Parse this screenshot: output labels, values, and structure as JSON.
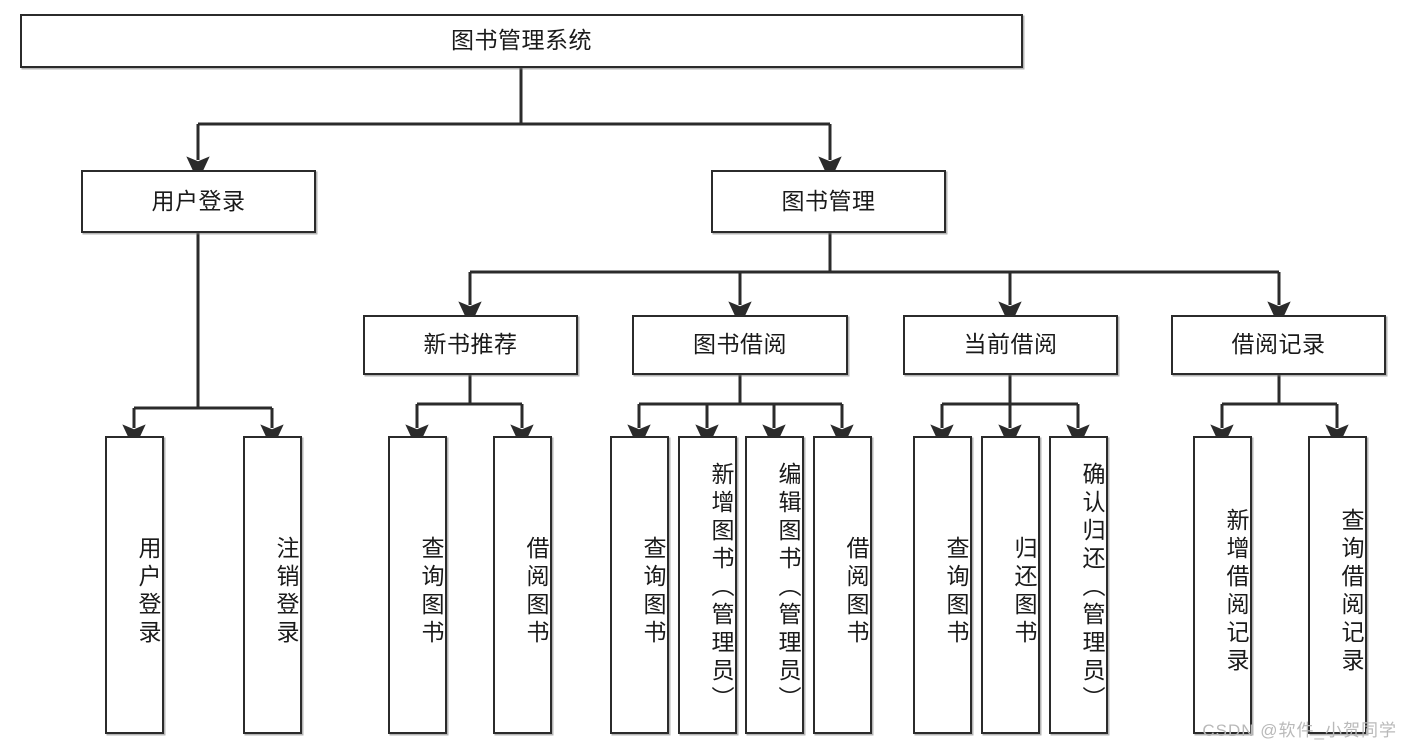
{
  "diagram": {
    "title": "图书管理系统",
    "type": "tree",
    "watermark": "CSDN @软件_小贺同学",
    "colors": {
      "box_border": "#2b2b2b",
      "box_fill": "#ffffff",
      "edge": "#2b2b2b",
      "watermark": "#b9b9b9"
    },
    "root": {
      "label": "图书管理系统"
    },
    "level2": [
      {
        "label": "用户登录"
      },
      {
        "label": "图书管理"
      }
    ],
    "level3": [
      {
        "label": "新书推荐"
      },
      {
        "label": "图书借阅"
      },
      {
        "label": "当前借阅"
      },
      {
        "label": "借阅记录"
      }
    ],
    "leaves": {
      "user_login": [
        {
          "label": "用户登录"
        },
        {
          "label": "注销登录"
        }
      ],
      "new_book_recommend": [
        {
          "label": "查询图书"
        },
        {
          "label": "借阅图书"
        }
      ],
      "book_borrow": [
        {
          "label": "查询图书"
        },
        {
          "label": "新增图书（管理员）"
        },
        {
          "label": "编辑图书（管理员）"
        },
        {
          "label": "借阅图书"
        }
      ],
      "current_borrow": [
        {
          "label": "查询图书"
        },
        {
          "label": "归还图书"
        },
        {
          "label": "确认归还（管理员）"
        }
      ],
      "borrow_record": [
        {
          "label": "新增借阅记录"
        },
        {
          "label": "查询借阅记录"
        }
      ]
    }
  }
}
